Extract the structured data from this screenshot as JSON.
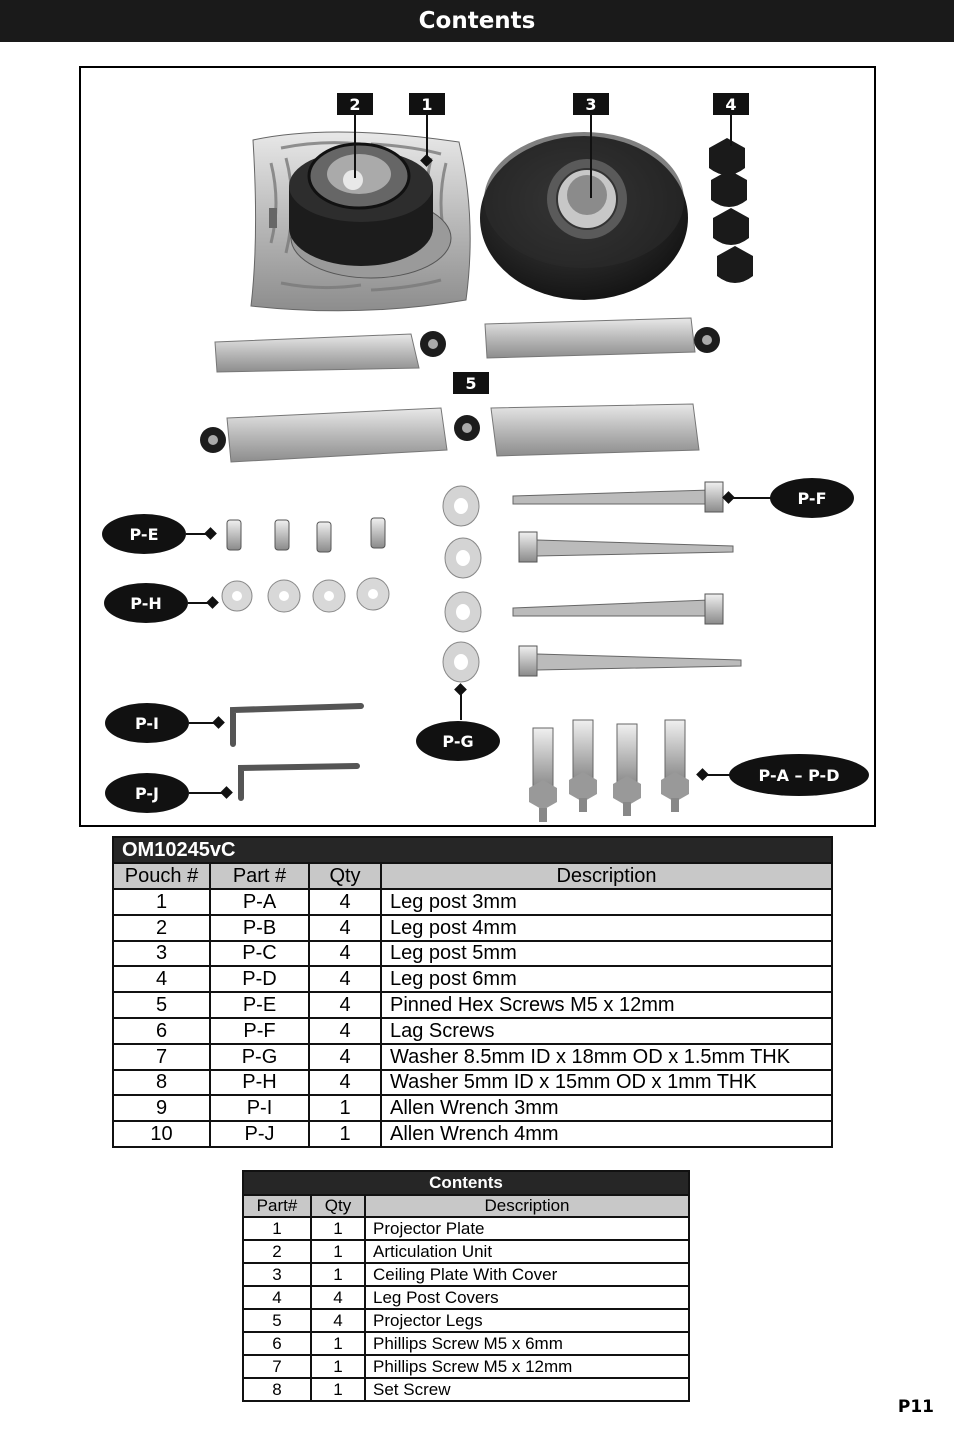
{
  "header": {
    "title": "Contents"
  },
  "figure": {
    "number_tags": [
      "2",
      "1",
      "3",
      "4",
      "5"
    ],
    "pill_labels": {
      "pf": "P-F",
      "pe": "P-E",
      "ph": "P-H",
      "pi": "P-I",
      "pg": "P-G",
      "pj": "P-J",
      "pad": "P-A – P-D"
    }
  },
  "parts_table": {
    "title": "OM10245vC",
    "headers": [
      "Pouch #",
      "Part #",
      "Qty",
      "Description"
    ],
    "rows": [
      [
        "1",
        "P-A",
        "4",
        "Leg post 3mm"
      ],
      [
        "2",
        "P-B",
        "4",
        "Leg post 4mm"
      ],
      [
        "3",
        "P-C",
        "4",
        "Leg post 5mm"
      ],
      [
        "4",
        "P-D",
        "4",
        "Leg post 6mm"
      ],
      [
        "5",
        "P-E",
        "4",
        "Pinned Hex Screws M5 x 12mm"
      ],
      [
        "6",
        "P-F",
        "4",
        "Lag Screws"
      ],
      [
        "7",
        "P-G",
        "4",
        "Washer 8.5mm ID x 18mm OD x 1.5mm THK"
      ],
      [
        "8",
        "P-H",
        "4",
        "Washer 5mm ID x 15mm OD x 1mm THK"
      ],
      [
        "9",
        "P-I",
        "1",
        "Allen Wrench 3mm"
      ],
      [
        "10",
        "P-J",
        "1",
        "Allen Wrench 4mm"
      ]
    ]
  },
  "contents_table": {
    "title": "Contents",
    "headers": [
      "Part#",
      "Qty",
      "Description"
    ],
    "rows": [
      [
        "1",
        "1",
        "Projector Plate"
      ],
      [
        "2",
        "1",
        "Articulation Unit"
      ],
      [
        "3",
        "1",
        "Ceiling Plate With Cover"
      ],
      [
        "4",
        "4",
        "Leg Post Covers"
      ],
      [
        "5",
        "4",
        "Projector Legs"
      ],
      [
        "6",
        "1",
        "Phillips Screw M5 x 6mm"
      ],
      [
        "7",
        "1",
        "Phillips Screw M5 x 12mm"
      ],
      [
        "8",
        "1",
        "Set Screw"
      ]
    ]
  },
  "page_number": "P11"
}
